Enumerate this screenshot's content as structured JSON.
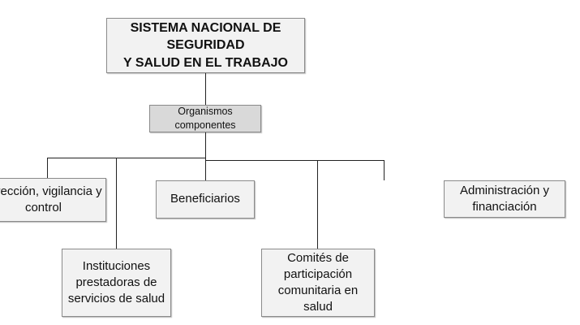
{
  "root": {
    "title_line1": "SISTEMA NACIONAL DE SEGURIDAD",
    "title_line2": "Y SALUD EN EL TRABAJO"
  },
  "middle": {
    "label": "Organismos componentes"
  },
  "children": [
    {
      "line1": "Dirección, vigilancia y",
      "line2": "control"
    },
    {
      "line1": "Instituciones",
      "line2": "prestadoras de",
      "line3": "servicios de salud"
    },
    {
      "line1": "Beneficiarios"
    },
    {
      "line1": "Comités de",
      "line2": "participación",
      "line3": "comunitaria en salud"
    },
    {
      "line1": "Administración y",
      "line2": "financiación"
    }
  ],
  "colors": {
    "box_fill": "#f2f2f2",
    "middle_fill": "#d9d9d9",
    "line": "#222222"
  }
}
